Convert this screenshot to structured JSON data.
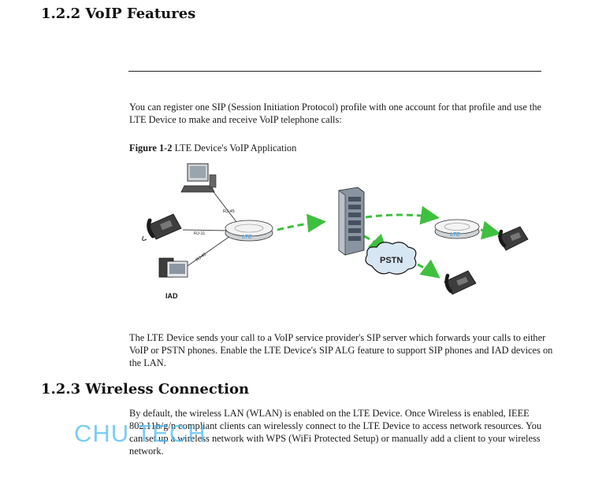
{
  "section_voip": {
    "heading": "1.2.2 VoIP Features"
  },
  "intro": {
    "text": "You can register one SIP (Session Initiation Protocol) profile with one account for that profile and use the LTE Device to make and receive VoIP telephone calls:"
  },
  "figure": {
    "caption_number": "Figure 1-2",
    "caption_title": "LTE Device's VoIP Application",
    "labels": {
      "rj45_top": "RJ-45",
      "rj11": "RJ-11",
      "rj45_bottom": "RJ-45",
      "iad": "IAD",
      "lte_local": "LTE",
      "lte_remote": "LTE",
      "pstn": "PSTN"
    },
    "colors": {
      "link_arrow": "#3fbf3f",
      "lte_text": "#55aadd"
    }
  },
  "after_figure": {
    "text": "The LTE Device sends your call to a VoIP service provider's SIP server which forwards your calls to either VoIP or PSTN phones. Enable the LTE Device's SIP ALG feature to support SIP phones and IAD devices on the LAN."
  },
  "section_wireless": {
    "heading": "1.2.3 Wireless Connection"
  },
  "wireless": {
    "text": "By default, the wireless LAN (WLAN) is enabled on the LTE Device. Once Wireless is enabled, IEEE 802.11b/g/n compliant clients can wirelessly connect to the LTE Device to access network resources. You can set up a wireless network with WPS (WiFi Protected Setup) or manually add a client to your wireless network."
  },
  "watermark": {
    "text": "CHU TECH",
    "color": "#4bb9f0"
  }
}
